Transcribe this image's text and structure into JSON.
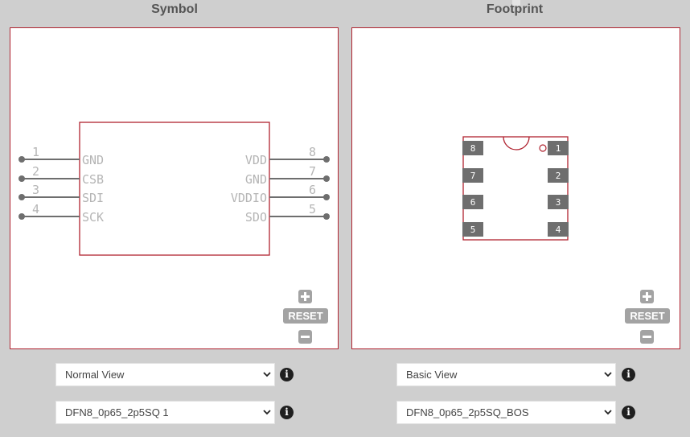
{
  "symbol": {
    "title": "Symbol",
    "left_pins": [
      {
        "num": "1",
        "name": "GND"
      },
      {
        "num": "2",
        "name": "CSB"
      },
      {
        "num": "3",
        "name": "SDI"
      },
      {
        "num": "4",
        "name": "SCK"
      }
    ],
    "right_pins": [
      {
        "num": "8",
        "name": "VDD"
      },
      {
        "num": "7",
        "name": "GND"
      },
      {
        "num": "6",
        "name": "VDDIO"
      },
      {
        "num": "5",
        "name": "SDO"
      }
    ],
    "zoom": {
      "reset_label": "RESET"
    },
    "view_select": {
      "value": "Normal View"
    },
    "part_select": {
      "value": "DFN8_0p65_2p5SQ 1"
    }
  },
  "footprint": {
    "title": "Footprint",
    "left_pads": [
      "8",
      "7",
      "6",
      "5"
    ],
    "right_pads": [
      "1",
      "2",
      "3",
      "4"
    ],
    "zoom": {
      "reset_label": "RESET"
    },
    "view_select": {
      "value": "Basic View"
    },
    "part_select": {
      "value": "DFN8_0p65_2p5SQ_BOS"
    }
  },
  "info_icon": "i",
  "colors": {
    "outline": "#b02330",
    "pin": "#6e6e6e",
    "pad": "#6e6e6e",
    "label": "#b5b5b5",
    "background": "#cfcfcf"
  }
}
